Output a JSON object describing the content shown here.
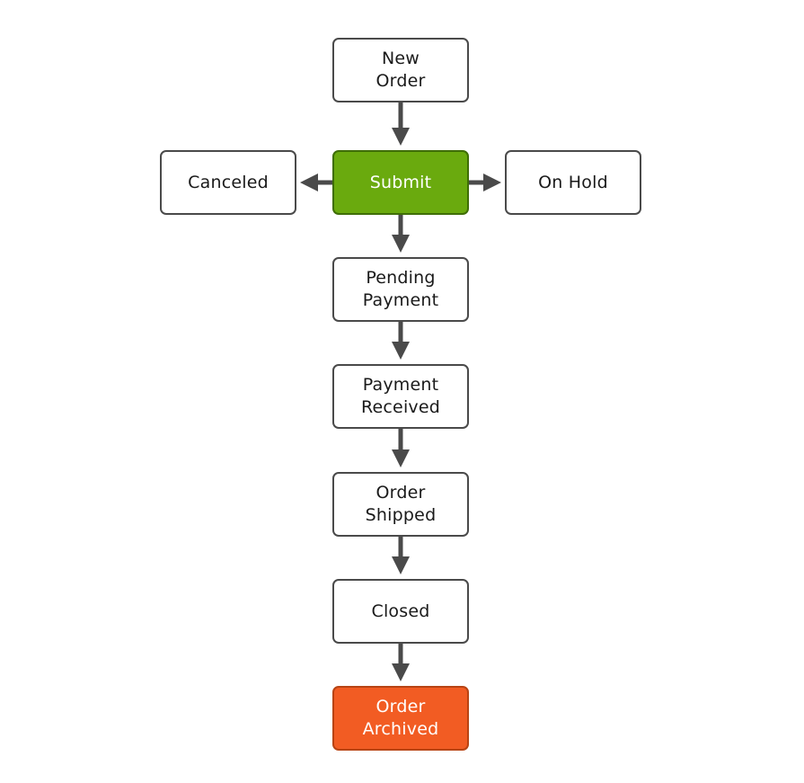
{
  "nodes": {
    "new_order": "New\nOrder",
    "canceled": "Canceled",
    "submit": "Submit",
    "on_hold": "On Hold",
    "pending_payment": "Pending\nPayment",
    "payment_received": "Payment\nReceived",
    "order_shipped": "Order\nShipped",
    "closed": "Closed",
    "order_archived": "Order\nArchived"
  },
  "edges": [
    {
      "from": "new_order",
      "to": "submit"
    },
    {
      "from": "submit",
      "to": "canceled"
    },
    {
      "from": "submit",
      "to": "on_hold"
    },
    {
      "from": "submit",
      "to": "pending_payment"
    },
    {
      "from": "pending_payment",
      "to": "payment_received"
    },
    {
      "from": "payment_received",
      "to": "order_shipped"
    },
    {
      "from": "order_shipped",
      "to": "closed"
    },
    {
      "from": "closed",
      "to": "order_archived"
    }
  ],
  "colors": {
    "submit_fill": "#6aaa0e",
    "archived_fill": "#f25c23",
    "connector": "#4a4a4a"
  }
}
